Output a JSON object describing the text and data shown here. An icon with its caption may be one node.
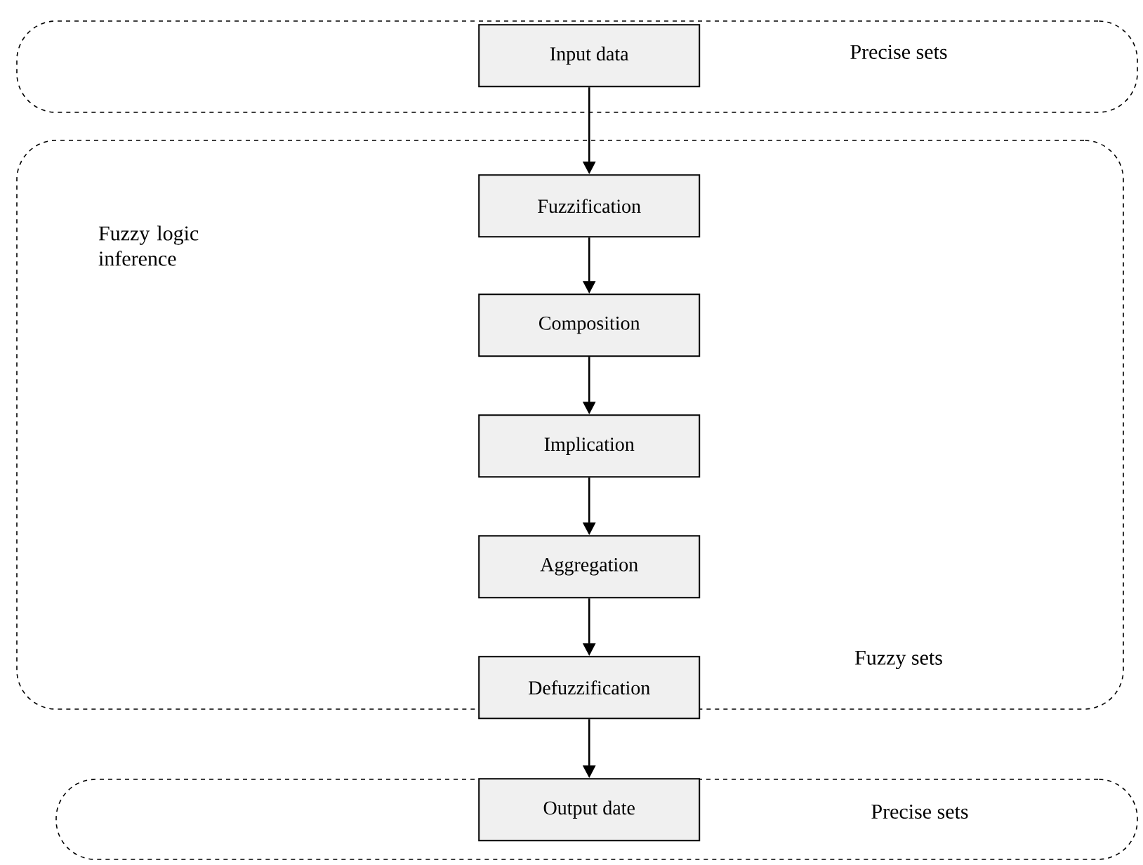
{
  "diagram": {
    "nodes": [
      {
        "text": [
          "Precise sets"
        ]
      },
      {
        "text": [
          "Input data"
        ],
        "in": 0
      },
      {
        "text": [
          "Fuzzy logic inference",
          "Fuzzy sets"
        ]
      },
      {
        "text": [
          "Fuzzification"
        ],
        "in": 2
      },
      {
        "text": [
          "Composition"
        ],
        "in": 2
      },
      {
        "text": [
          "Implication"
        ],
        "in": 2
      },
      {
        "text": [
          "Aggregation"
        ],
        "in": 2
      },
      {
        "text": [
          "Defuzzification"
        ],
        "in": 2
      },
      {
        "text": [
          "Precise sets"
        ]
      },
      {
        "text": [
          "Output date"
        ],
        "in": 8
      }
    ],
    "edges": [
      {
        "from": 1,
        "to": 3,
        "arrow": "to"
      },
      {
        "from": 3,
        "to": 4,
        "arrow": "to"
      },
      {
        "from": 4,
        "to": 5,
        "arrow": "to"
      },
      {
        "from": 5,
        "to": 6,
        "arrow": "to"
      },
      {
        "from": 6,
        "to": 7,
        "arrow": "to"
      },
      {
        "from": 7,
        "to": 9,
        "arrow": "to"
      }
    ]
  }
}
